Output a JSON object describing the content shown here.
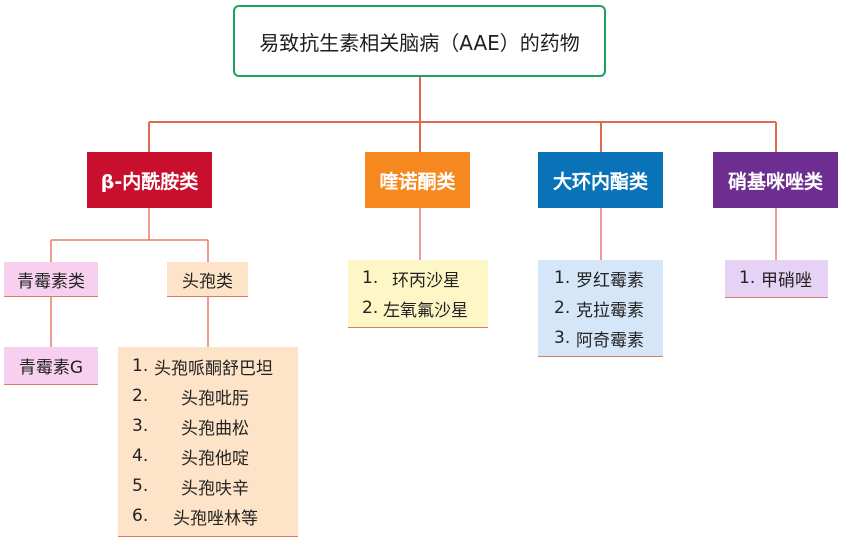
{
  "root": {
    "title": "易致抗生素相关脑病（AAE）的药物"
  },
  "categories": {
    "beta": "β-内酰胺类",
    "quinolone": "喹诺酮类",
    "macrolide": "大环内酯类",
    "nitroimidazole": "硝基咪唑类"
  },
  "beta_subs": {
    "penicillin": {
      "label": "青霉素类",
      "drugs": [
        "青霉素G"
      ]
    },
    "cephalosporin": {
      "label": "头孢类",
      "drugs": [
        {
          "num": "1.",
          "name": "头孢哌酮舒巴坦"
        },
        {
          "num": "2.",
          "name": "头孢吡肟"
        },
        {
          "num": "3.",
          "name": "头孢曲松"
        },
        {
          "num": "4.",
          "name": "头孢他啶"
        },
        {
          "num": "5.",
          "name": "头孢呋辛"
        },
        {
          "num": "6.",
          "name": "头孢唑林等"
        }
      ]
    }
  },
  "quinolone_drugs": [
    {
      "num": "1.",
      "name": "环丙沙星"
    },
    {
      "num": "2.",
      "name": "左氧氟沙星"
    }
  ],
  "macrolide_drugs": [
    {
      "num": "1.",
      "name": "罗红霉素"
    },
    {
      "num": "2.",
      "name": "克拉霉素"
    },
    {
      "num": "3.",
      "name": "阿奇霉素"
    }
  ],
  "nitroimidazole_drugs": [
    {
      "num": "1.",
      "name": "甲硝唑"
    }
  ],
  "colors": {
    "root_border": "#1aa35a",
    "connector": "#e06a50",
    "beta": "#c8102e",
    "quinolone": "#f5891f",
    "macrolide": "#0a73b7",
    "nitroimidazole": "#6e2d91",
    "penicillin_bg": "#f6d0ee",
    "cephalosporin_bg": "#fde3c8",
    "quinolone_bg": "#fdf7c8",
    "macrolide_bg": "#d4e6f8",
    "nitroimidazole_bg": "#e6d2f4"
  }
}
